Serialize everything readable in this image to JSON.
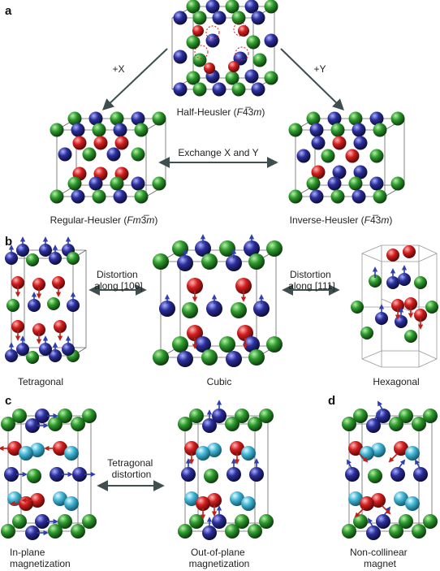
{
  "panels": {
    "a": {
      "label": "a",
      "half_heusler": "Half-Heusler (F̅4̅3m)",
      "half_heusler_parts": [
        "Half-Heusler (",
        "F",
        "4̅3",
        "m",
        ")"
      ],
      "plus_x": "+X",
      "plus_y": "+Y",
      "exchange": "Exchange X and Y",
      "regular_parts": [
        "Regular-Heusler (",
        "Fm",
        "3̅",
        "m",
        ")"
      ],
      "inverse_parts": [
        "Inverse-Heusler (",
        "F",
        "4̅3",
        "m",
        ")"
      ]
    },
    "b": {
      "label": "b",
      "tetragonal": "Tetragonal",
      "cubic": "Cubic",
      "hexagonal": "Hexagonal",
      "distortion_100": [
        "Distortion",
        "along [100]"
      ],
      "distortion_111": [
        "Distortion",
        "along [111]"
      ]
    },
    "c": {
      "label": "c",
      "tetragonal_distortion": [
        "Tetragonal",
        "distortion"
      ],
      "in_plane": [
        "In-plane",
        "magnetization"
      ],
      "out_of_plane": [
        "Out-of-plane",
        "magnetization"
      ]
    },
    "d": {
      "label": "d",
      "non_collinear": [
        "Non-collinear",
        "magnet"
      ]
    }
  },
  "colors": {
    "green": "#2e8b2e",
    "blue": "#2c2f9a",
    "red": "#d21f1f",
    "cyan": "#43b6d6",
    "arrow": "#3f4f4f",
    "spin_arrow_blue": "#2f3fb0",
    "spin_arrow_red": "#c0201a",
    "cell_line": "#666666"
  }
}
